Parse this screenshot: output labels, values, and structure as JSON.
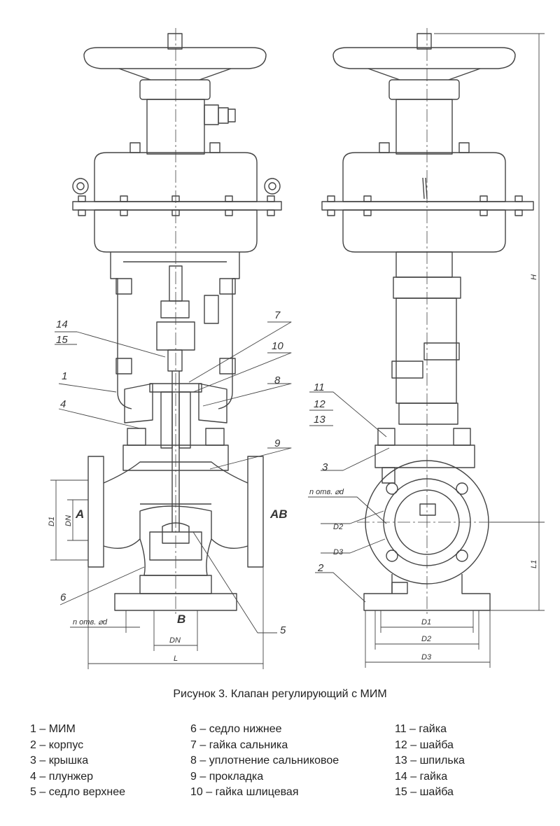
{
  "figure": {
    "caption": "Рисунок 3. Клапан регулирующий с МИМ",
    "callouts": [
      "14",
      "15",
      "1",
      "4",
      "7",
      "10",
      "8",
      "9",
      "5",
      "6",
      "11",
      "12",
      "13",
      "3",
      "2"
    ],
    "port_labels": {
      "inlet": "A",
      "outlet": "AB",
      "bottom": "B"
    },
    "dimensions": {
      "d1": "D1",
      "dn": "DN",
      "d2": "D2",
      "d3": "D3",
      "l": "L",
      "l1": "L1",
      "h": "H",
      "holes": "n отв. ⌀d"
    }
  },
  "legend": {
    "col1": [
      "1 – МИМ",
      "2 – корпус",
      "3 – крышка",
      "4 – плунжер",
      "5 – седло верхнее"
    ],
    "col2": [
      "6 – седло нижнее",
      "7 – гайка сальника",
      "8 – уплотнение сальниковое",
      "9 – прокладка",
      "10 – гайка шлицевая"
    ],
    "col3": [
      "11 – гайка",
      "12 – шайба",
      "13 – шпилька",
      "14 – гайка",
      "15 – шайба"
    ]
  }
}
